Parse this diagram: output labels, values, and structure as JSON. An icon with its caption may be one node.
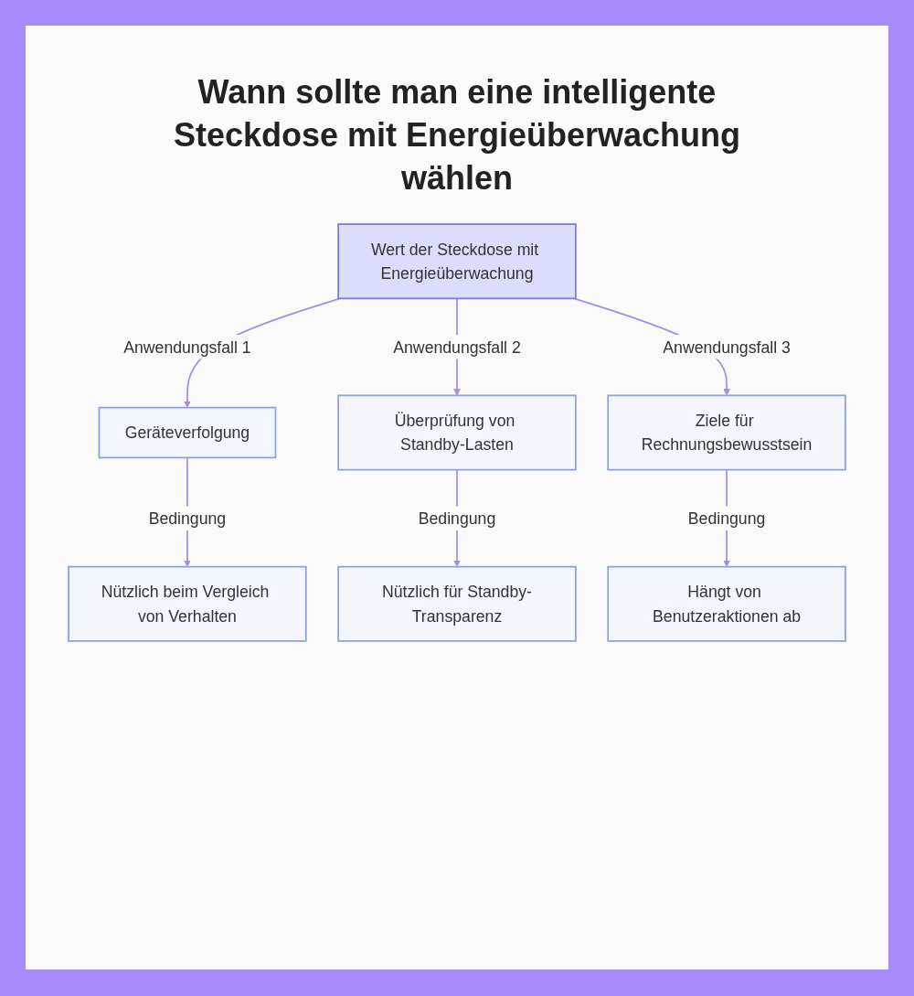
{
  "diagram": {
    "title": "Wann sollte man eine intelligente Steckdose mit Energieüberwachung wählen",
    "nodes": [
      {
        "text": [
          "Wert der Steckdose mit Energieüberwachung"
        ]
      },
      {
        "text": [
          "Geräteverfolgung"
        ]
      },
      {
        "text": [
          "Überprüfung von Standby-Lasten"
        ]
      },
      {
        "text": [
          "Ziele für Rechnungsbewusstsein"
        ]
      },
      {
        "text": [
          "Nützlich beim Vergleich von Verhalten"
        ]
      },
      {
        "text": [
          "Nützlich für Standby-Transparenz"
        ]
      },
      {
        "text": [
          "Hängt von Benutzeraktionen ab"
        ]
      }
    ],
    "edges": [
      {
        "from": 0,
        "to": 1,
        "arrow": "to",
        "label": "Anwendungsfall 1"
      },
      {
        "from": 0,
        "to": 2,
        "arrow": "to",
        "label": "Anwendungsfall 2"
      },
      {
        "from": 0,
        "to": 3,
        "arrow": "to",
        "label": "Anwendungsfall 3"
      },
      {
        "from": 1,
        "to": 4,
        "arrow": "to",
        "label": "Bedingung"
      },
      {
        "from": 2,
        "to": 5,
        "arrow": "to",
        "label": "Bedingung"
      },
      {
        "from": 3,
        "to": 6,
        "arrow": "to",
        "label": "Bedingung"
      }
    ]
  }
}
